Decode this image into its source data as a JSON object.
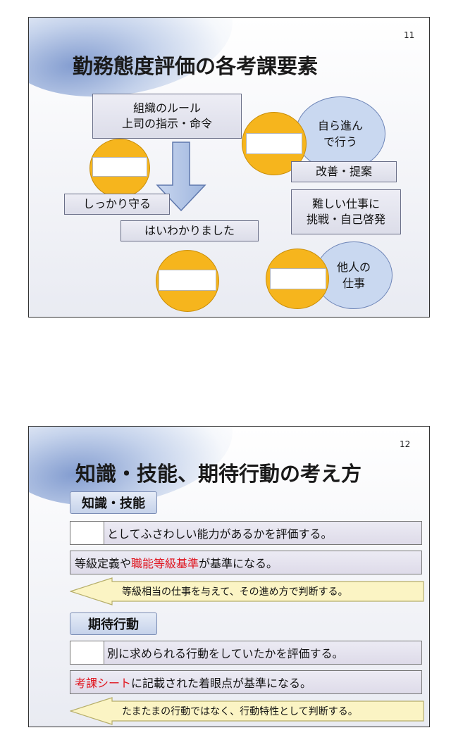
{
  "slide1": {
    "page_number": "11",
    "title": "勤務態度評価の各考課要素",
    "box_rules_line1": "組織のルール",
    "box_rules_line2": "上司の指示・命令",
    "box_shikkari": "しっかり守る",
    "box_hai": "はいわかりました",
    "bubble_mizukara_line1": "自ら進ん",
    "bubble_mizukara_line2": "で行う",
    "box_kaizen": "改善・提案",
    "box_muzukashii_line1": "難しい仕事に",
    "box_muzukashii_line2": "挑戦・自己啓発",
    "bubble_tanin_line1": "他人の",
    "bubble_tanin_line2": "仕事"
  },
  "slide2": {
    "page_number": "12",
    "title": "知識・技能、期待行動の考え方",
    "section1_label": "知識・技能",
    "section1_row1_text": "としてふさわしい能力があるかを評価する。",
    "section1_row2_text_a": "等級定義や",
    "section1_row2_text_red": "職能等級基準",
    "section1_row2_text_b": "が基準になる。",
    "section1_arrow_text": "等級相当の仕事を与えて、その進め方で判断する。",
    "section2_label": "期待行動",
    "section2_row1_text": "別に求められる行動をしていたかを評価する。",
    "section2_row2_text_red": "考課シート",
    "section2_row2_text_b": "に記載された着眼点が基準になる。",
    "section2_arrow_text": "たまたまの行動ではなく、行動特性として判断する。"
  },
  "colors": {
    "gold_circle": "#f6b51d",
    "bubble_blue": "#c9d8f0",
    "arrow_yellow": "#fbf4c4",
    "highlight_red": "#e0141e"
  }
}
